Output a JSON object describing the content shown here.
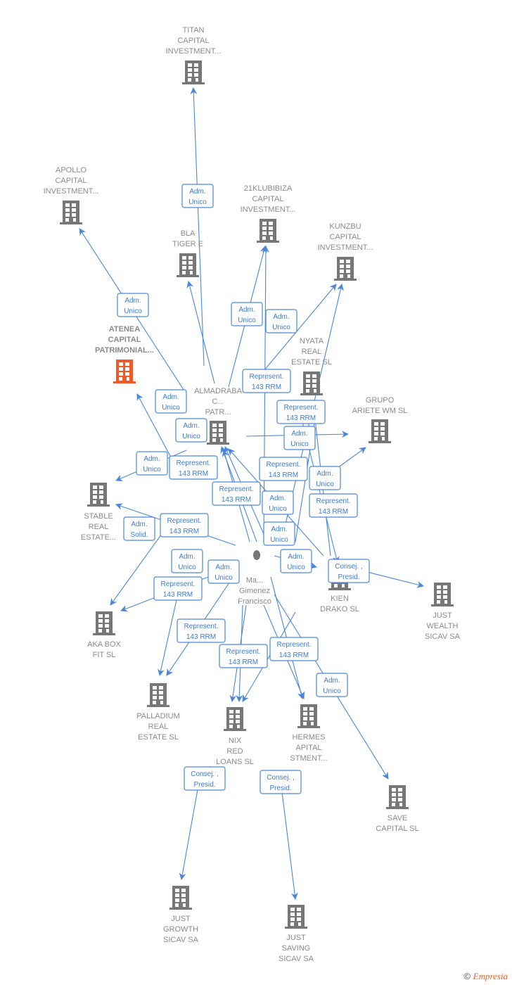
{
  "colors": {
    "edge": "#4a87d9",
    "company": "#777777",
    "highlight": "#f05a28",
    "label": "#8a8a8a"
  },
  "center_person": {
    "label": [
      "Ma...",
      "Gimenez",
      "Francisco"
    ],
    "icon": "person-icon"
  },
  "companies": [
    {
      "id": "titan",
      "label": [
        "TITAN",
        "CAPITAL",
        "INVESTMENT..."
      ]
    },
    {
      "id": "apollo",
      "label": [
        "APOLLO",
        "CAPITAL",
        "INVESTMENT..."
      ]
    },
    {
      "id": "klubibiza",
      "label": [
        "21KLUBIBIZA",
        "CAPITAL",
        "INVESTMENT..."
      ]
    },
    {
      "id": "blacktiger",
      "label": [
        "BLA",
        "TIGER E"
      ]
    },
    {
      "id": "kunzbu",
      "label": [
        "KUNZBU",
        "CAPITAL",
        "INVESTMENT..."
      ]
    },
    {
      "id": "atenea",
      "label": [
        "ATENEA",
        "CAPITAL",
        "PATRIMONIAL..."
      ],
      "highlight": true
    },
    {
      "id": "nyata",
      "label": [
        "NYATA",
        "REAL",
        "ESTATE  SL"
      ]
    },
    {
      "id": "almadraba",
      "label": [
        "ALMADRABA",
        "C...",
        "PATR..."
      ]
    },
    {
      "id": "ariete",
      "label": [
        "GRUPO",
        "ARIETE WM  SL"
      ]
    },
    {
      "id": "stable",
      "label": [
        "STABLE",
        "REAL",
        "ESTATE..."
      ]
    },
    {
      "id": "kien",
      "label": [
        "KIEN",
        "DRAKO  SL"
      ]
    },
    {
      "id": "justwealth",
      "label": [
        "JUST",
        "WEALTH",
        "SICAV SA"
      ]
    },
    {
      "id": "akabox",
      "label": [
        "AKA BOX",
        "FIT  SL"
      ]
    },
    {
      "id": "palladium",
      "label": [
        "PALLADIUM",
        "REAL",
        "ESTATE  SL"
      ]
    },
    {
      "id": "phoenix",
      "label": [
        "NIX",
        "RED",
        "LOANS  SL"
      ]
    },
    {
      "id": "hermes",
      "label": [
        "HERMES",
        "APITAL",
        "STMENT..."
      ]
    },
    {
      "id": "save",
      "label": [
        "SAVE",
        "CAPITAL  SL"
      ]
    },
    {
      "id": "justgrowth",
      "label": [
        "JUST",
        "GROWTH",
        "SICAV SA"
      ]
    },
    {
      "id": "justsaving",
      "label": [
        "JUST",
        "SAVING",
        "SICAV SA"
      ]
    }
  ],
  "roles": [
    [
      "Adm.",
      "Unico"
    ],
    [
      "Adm.",
      "Unico"
    ],
    [
      "Adm.",
      "Unico"
    ],
    [
      "Adm.",
      "Unico"
    ],
    [
      "Represent.",
      "143 RRM"
    ],
    [
      "Adm.",
      "Unico"
    ],
    [
      "Adm.",
      "Unico"
    ],
    [
      "Represent.",
      "143 RRM"
    ],
    [
      "Adm.",
      "Unico"
    ],
    [
      "Adm.",
      "Unico"
    ],
    [
      "Represent.",
      "143 RRM"
    ],
    [
      "Represent.",
      "143 RRM"
    ],
    [
      "Represent.",
      "143 RRM"
    ],
    [
      "Represent.",
      "143 RRM"
    ],
    [
      "Adm.",
      "Unico"
    ],
    [
      "Adm.",
      "Unico"
    ],
    [
      "Represent.",
      "143 RRM"
    ],
    [
      "Adm.",
      "Solid."
    ],
    [
      "Adm.",
      "Unico"
    ],
    [
      "Adm.",
      "Unico"
    ],
    [
      "Adm.",
      "Unico"
    ],
    [
      "Adm.",
      "Unico"
    ],
    [
      "Consej. ,",
      "Presid."
    ],
    [
      "Represent.",
      "143 RRM"
    ],
    [
      "Represent.",
      "143 RRM"
    ],
    [
      "Represent.",
      "143 RRM"
    ],
    [
      "Represent.",
      "143 RRM"
    ],
    [
      "Adm.",
      "Unico"
    ],
    [
      "Consej. ,",
      "Presid."
    ],
    [
      "Consej. ,",
      "Presid."
    ]
  ],
  "footer": {
    "copyright": "©",
    "brand": "Empresia"
  }
}
